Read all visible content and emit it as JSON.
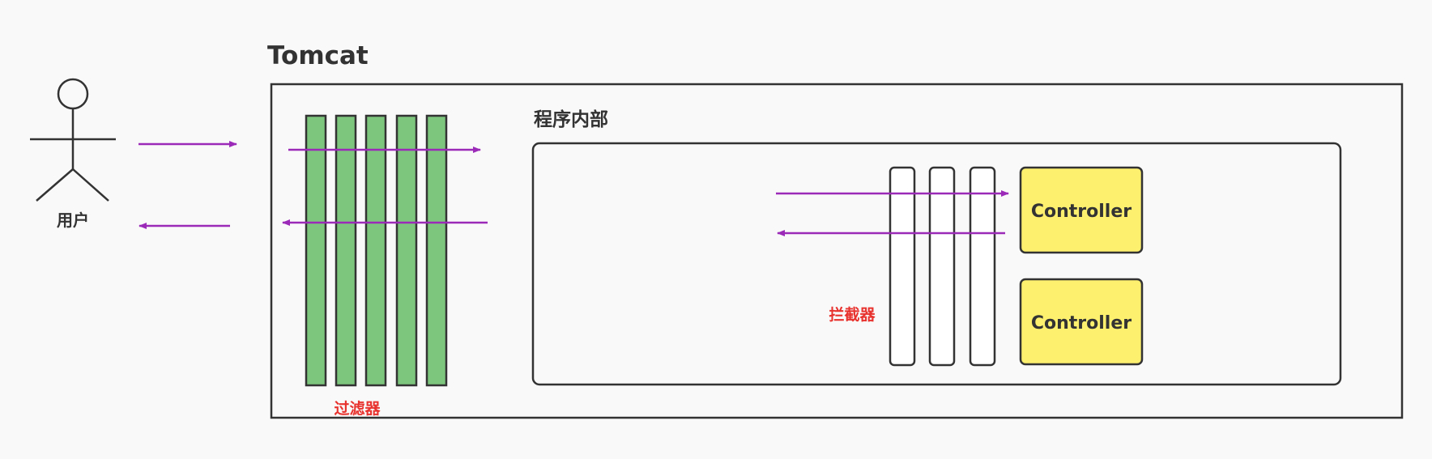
{
  "tomcat": {
    "title": "Tomcat"
  },
  "user": {
    "label": "用户"
  },
  "program": {
    "title": "程序内部"
  },
  "filters": {
    "label": "过滤器",
    "count": 5
  },
  "interceptors": {
    "label": "拦截器",
    "count": 3
  },
  "controllers": [
    {
      "label": "Controller"
    },
    {
      "label": "Controller"
    }
  ],
  "colors": {
    "arrow": "#9b2ab8",
    "filter_fill": "#7dc67d",
    "controller_fill": "#fdf06e",
    "label_red": "#e8322d",
    "stroke": "#333333"
  }
}
